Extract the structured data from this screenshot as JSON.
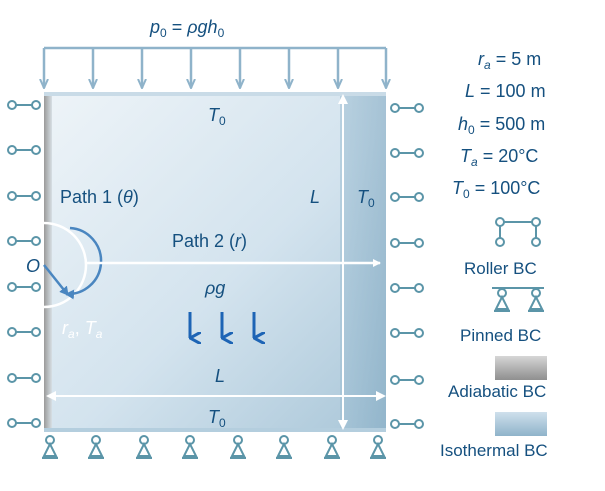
{
  "colors": {
    "text": "#15507f",
    "domain_light": "#dde9f1",
    "domain_dark": "#9dbfd3",
    "isothermal_band": "#8fb3ca",
    "adiabatic_band": "#9a9a9a",
    "bc_symbol": "#5b95a8",
    "velocity_arrow": "#1d64b5",
    "load_arrow": "#8fb3ca"
  },
  "top_load": {
    "prefix": "p",
    "prefix_sub": "0",
    "eq": " = ",
    "rho_g": "ρgh",
    "rho_g_sub": "0"
  },
  "domain_labels": {
    "t0_top": "T",
    "t0_top_sub": "0",
    "t0_right": "T",
    "t0_right_sub": "0",
    "t0_bottom": "T",
    "t0_bottom_sub": "0",
    "L_vertical": "L",
    "L_horizontal": "L",
    "path1": "Path 1 (",
    "path1_var": "θ",
    "path1_end": ")",
    "path2": "Path 2 (",
    "path2_var": "r",
    "path2_end": ")",
    "origin": "O",
    "rho_g": "ρg",
    "ra": "r",
    "ra_sub": "a",
    "ta_sep": ", ",
    "ta": "T",
    "ta_sub": "a"
  },
  "params": [
    {
      "sym": "r",
      "sub": "a",
      "val": "5 m"
    },
    {
      "sym": "L",
      "sub": "",
      "val": "100 m"
    },
    {
      "sym": "h",
      "sub": "0",
      "val": "500 m"
    },
    {
      "sym": "T",
      "sub": "a",
      "val": "20°C"
    },
    {
      "sym": "T",
      "sub": "0",
      "val": "100°C"
    }
  ],
  "params_eq": " = ",
  "legend": {
    "roller": "Roller BC",
    "pinned": "Pinned BC",
    "adiabatic": "Adiabatic BC",
    "isothermal": "Isothermal BC"
  }
}
